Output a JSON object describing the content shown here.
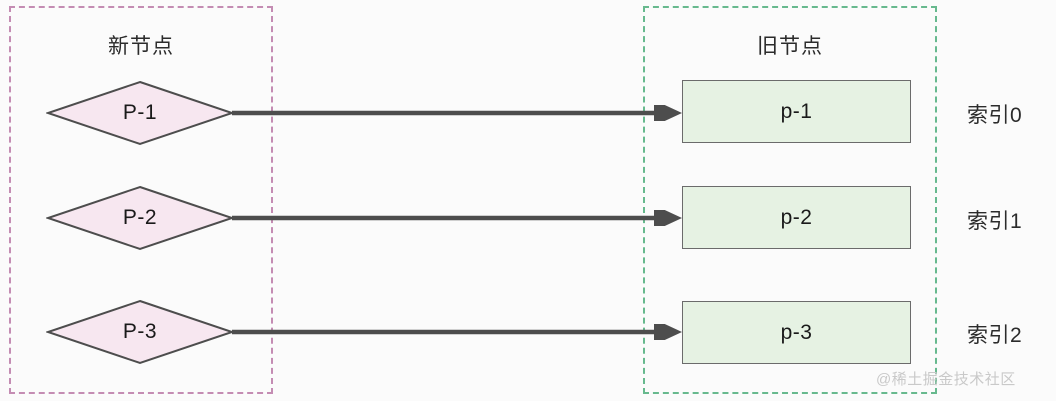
{
  "diagram": {
    "type": "mapping-diagram",
    "groups": [
      {
        "id": "new-nodes",
        "title": "新节点",
        "border_color": "#c48cb3",
        "border_style": "dashed"
      },
      {
        "id": "old-nodes",
        "title": "旧节点",
        "border_color": "#67b98e",
        "border_style": "dashed"
      }
    ],
    "new_nodes": [
      {
        "label": "P-1",
        "shape": "diamond",
        "fill": "#f7e7f0",
        "stroke": "#4d4d4d"
      },
      {
        "label": "P-2",
        "shape": "diamond",
        "fill": "#f7e7f0",
        "stroke": "#4d4d4d"
      },
      {
        "label": "P-3",
        "shape": "diamond",
        "fill": "#f7e7f0",
        "stroke": "#4d4d4d"
      }
    ],
    "old_nodes": [
      {
        "label": "p-1",
        "shape": "rectangle",
        "fill": "#e6f2e3",
        "stroke": "#6b6b6b"
      },
      {
        "label": "p-2",
        "shape": "rectangle",
        "fill": "#e6f2e3",
        "stroke": "#6b6b6b"
      },
      {
        "label": "p-3",
        "shape": "rectangle",
        "fill": "#e6f2e3",
        "stroke": "#6b6b6b"
      }
    ],
    "index_labels": [
      "索引0",
      "索引1",
      "索引2"
    ],
    "connections": [
      {
        "from": "P-1",
        "to": "p-1",
        "style": "solid-arrow",
        "color": "#4d4d4d"
      },
      {
        "from": "P-2",
        "to": "p-2",
        "style": "solid-arrow",
        "color": "#4d4d4d"
      },
      {
        "from": "P-3",
        "to": "p-3",
        "style": "solid-arrow",
        "color": "#4d4d4d"
      }
    ],
    "watermark": "@稀土掘金技术社区"
  }
}
